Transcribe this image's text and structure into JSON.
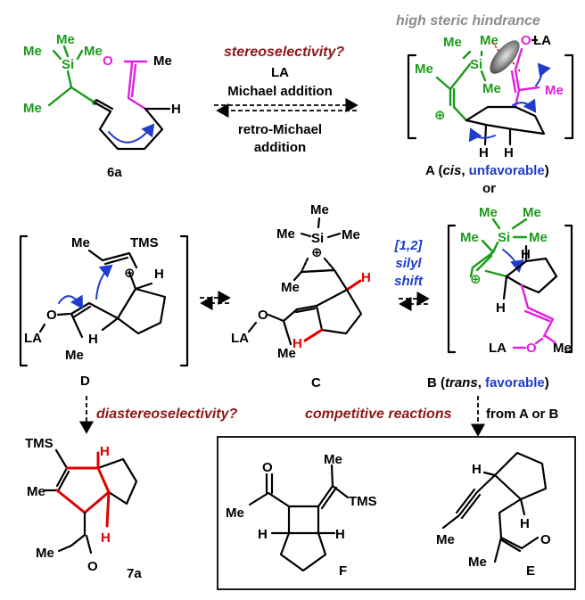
{
  "header": {
    "stereo_q": "stereoselectivity?",
    "la": "LA",
    "michael": "Michael addition",
    "retro1": "retro-Michael",
    "retro2": "addition",
    "steric": "high steric hindrance"
  },
  "labels": {
    "c6a": "6a",
    "A_prefix": "A (",
    "A_cis": "cis",
    "A_sep": ", ",
    "A_unfav": "unfavorable",
    "A_suffix": ")",
    "or": "or",
    "B_prefix": "B (",
    "B_trans": "trans",
    "B_sep": ", ",
    "B_fav": "favorable",
    "B_suffix": ")",
    "C": "C",
    "D": "D",
    "c7a": "7a",
    "E": "E",
    "F": "F"
  },
  "shift": {
    "l1": "[1,2]",
    "l2": "silyl",
    "l3": "shift"
  },
  "bottom": {
    "diastereo_q": "diastereoselectivity?",
    "competitive": "competitive reactions",
    "from": "from A or B"
  },
  "atoms": {
    "me": "Me",
    "si": "Si",
    "tms": "TMS",
    "o": "O",
    "h": "H",
    "la": "LA",
    "ola": "O–LA",
    "plus": "⊕"
  },
  "colors": {
    "green": "#1a9b1a",
    "magenta": "#e020e0",
    "red": "#e00000",
    "blue": "#1f3ccc",
    "darkred": "#8b1a1a",
    "gray": "#8c8c8c"
  }
}
